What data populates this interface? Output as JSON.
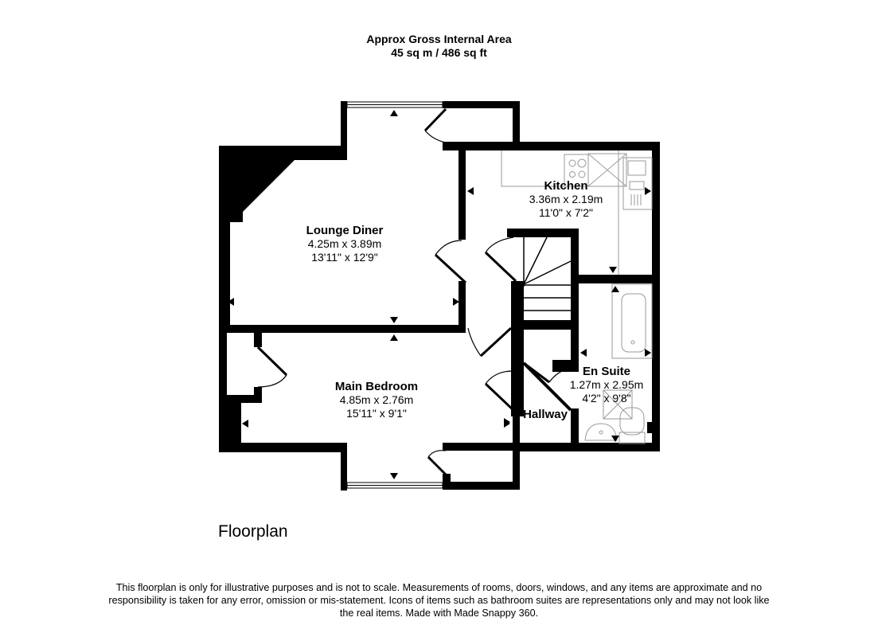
{
  "header": {
    "title": "Approx Gross Internal Area",
    "area": "45 sq m / 486 sq ft"
  },
  "rooms": [
    {
      "name": "Lounge Diner",
      "metric": "4.25m x 3.89m",
      "imperial": "13'11\" x 12'9\""
    },
    {
      "name": "Kitchen",
      "metric": "3.36m x 2.19m",
      "imperial": "11'0\" x 7'2\""
    },
    {
      "name": "Main Bedroom",
      "metric": "4.85m x 2.76m",
      "imperial": "15'11\" x 9'1\""
    },
    {
      "name": "En Suite",
      "metric": "1.27m x 2.95m",
      "imperial": "4'2\" x 9'8\""
    },
    {
      "name": "Hallway"
    }
  ],
  "floor_title": "Floorplan",
  "disclaimer": "This floorplan is only for illustrative purposes and is not to scale. Measurements of rooms, doors, windows, and any items are approximate and no responsibility is taken for any error, omission or mis-statement. Icons of items such as bathroom suites are representations only and may not look like the real items. Made with Made Snappy 360.",
  "colors": {
    "wall": "#000000",
    "fixture": "#9a9a9a",
    "background": "#ffffff"
  }
}
